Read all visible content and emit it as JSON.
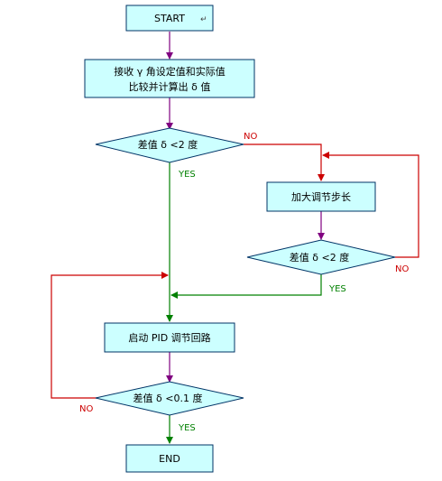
{
  "nodes": {
    "start": "START",
    "receive_line1": "接收 γ 角设定值和实际值",
    "receive_line2": "比较并计算出 δ 值",
    "decision1": "差值 δ <2 度",
    "enlarge": "加大调节步长",
    "decision2": "差值 δ <2 度",
    "pid": "启动 PID 调节回路",
    "decision3": "差值 δ <0.1 度",
    "end": "END"
  },
  "labels": {
    "no1": "NO",
    "yes1": "YES",
    "no2": "NO",
    "yes2": "YES",
    "no3": "NO",
    "yes3": "YES"
  },
  "colors": {
    "box_fill": "#ccffff",
    "box_stroke": "#003366",
    "arrow_purple": "#800080",
    "arrow_red": "#cc0000",
    "arrow_green": "#008000"
  }
}
